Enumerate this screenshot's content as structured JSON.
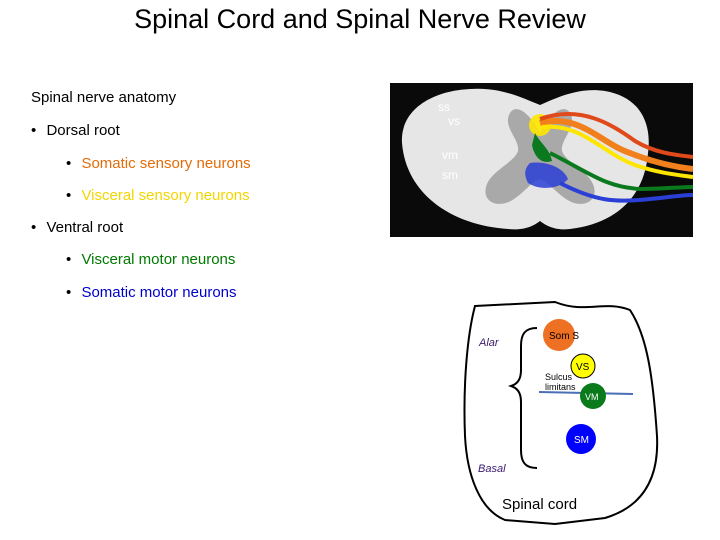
{
  "slide": {
    "title": "Spinal Cord and Spinal Nerve Review",
    "subtitle": "Spinal nerve anatomy",
    "bullets": [
      {
        "text": "Dorsal root",
        "color": "#000000"
      },
      {
        "text": "Somatic sensory neurons",
        "color": "#e36c09"
      },
      {
        "text": "Visceral sensory neurons",
        "color": "#f2d600"
      },
      {
        "text": "Ventral root",
        "color": "#000000"
      },
      {
        "text": "Visceral motor neurons",
        "color": "#007a00"
      },
      {
        "text": "Somatic motor neurons",
        "color": "#0000cc"
      }
    ],
    "bullet_char": "•"
  },
  "photo": {
    "labels": {
      "ss": "ss",
      "vs": "vs",
      "vm": "vm",
      "sm": "sm"
    },
    "colors": {
      "somatic_sensory": "#f07f1c",
      "visceral_sensory": "#ffe600",
      "visceral_motor": "#0b7a1e",
      "somatic_motor": "#2a3fd6"
    }
  },
  "diagram": {
    "alar": "Alar",
    "basal": "Basal",
    "sulcus_line1": "Sulcus",
    "sulcus_line2": "limitans",
    "som_s": "Som S",
    "vs": "VS",
    "vm": "VM",
    "sm": "SM",
    "caption": "Spinal cord",
    "colors": {
      "som_s": "#ee7022",
      "vs": "#ffff00",
      "vm": "#0a7a1a",
      "sm": "#0000ff",
      "alar_basal_text": "#3a1a6e"
    }
  }
}
